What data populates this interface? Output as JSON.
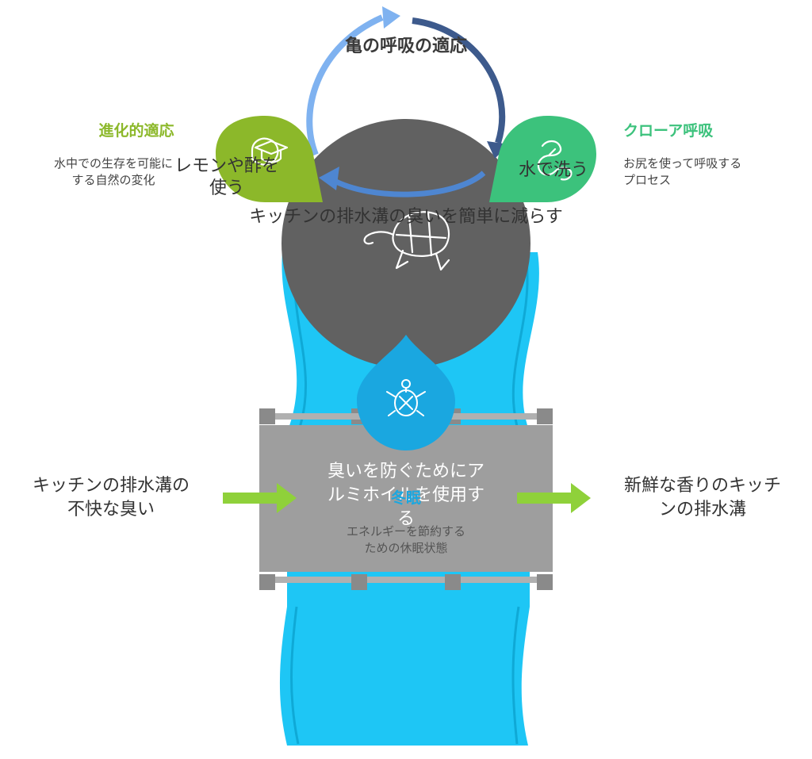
{
  "cycle": {
    "title": "亀の呼吸の適応",
    "center_label": "キッチンの排水溝の臭いを簡単に減らす",
    "left_node": {
      "title": "進化的適応",
      "desc_lines": [
        "水中での生存を可能に",
        "する自然の変化"
      ],
      "overlay_lines": [
        "レモンや酢を",
        "使う"
      ]
    },
    "right_node": {
      "title": "クローア呼吸",
      "desc_lines": [
        "お尻を使って呼吸する",
        "プロセス"
      ],
      "overlay": "水で洗う"
    }
  },
  "drop": {
    "title": "冬眠",
    "desc_lines": [
      "エネルギーを節約する",
      "ための休眠状態"
    ]
  },
  "bridge": {
    "text_lines": [
      "臭いを防ぐためにア",
      "ルミホイルを使用す",
      "る"
    ]
  },
  "input_label_lines": [
    "キッチンの排水溝の",
    "不快な臭い"
  ],
  "output_label_lines": [
    "新鮮な香りのキッチ",
    "ンの排水溝"
  ],
  "colors": {
    "river": "#1ec6f5",
    "river_edge": "#0fa9d6",
    "big_circle": "#616161",
    "green_left": "#8cb82a",
    "green_right": "#3cc27c",
    "drop": "#1aa7e0",
    "bridge": "#9e9e9e",
    "bridge_post": "#8a8a8a",
    "arrow_light": "#7fb2f0",
    "arrow_dark": "#3d5a8c",
    "lime_arrow": "#8fd13a",
    "dark_text": "#3a3a3a"
  },
  "icons": [
    "graduation-cap-icon",
    "lungs-icon",
    "turtle-icon",
    "sleeping-turtle-icon"
  ]
}
